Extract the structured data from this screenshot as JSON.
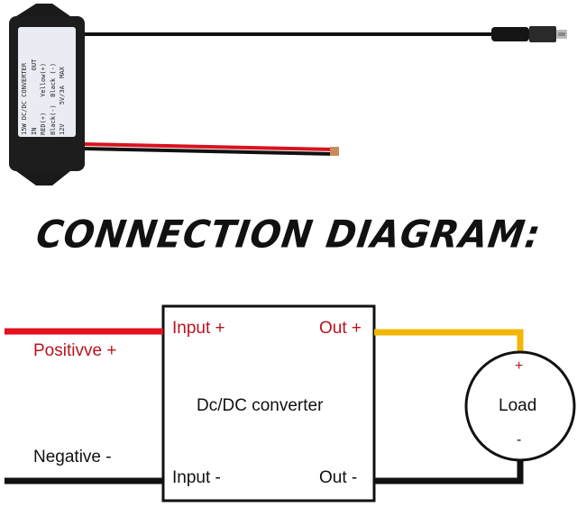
{
  "header": {
    "title": "CONNECTION DIAGRAM:"
  },
  "module_label": {
    "lines": [
      "15W DC/DC CONVERTER",
      "IN               OUT",
      "RED(+)    Yellow(+)",
      "Black(-)  Black (-)",
      "12V     5V/3A  MAX"
    ]
  },
  "diagram": {
    "converter_label": "Dc/DC converter",
    "input_plus": "Input +",
    "input_minus": "Input -",
    "out_plus": "Out +",
    "out_minus": "Out -",
    "positive_label": "Positivve +",
    "negative_label": "Negative -",
    "load_label": "Load",
    "load_plus": "+",
    "load_minus": "-"
  },
  "colors": {
    "positive_wire": "#e3101d",
    "output_wire": "#f2b705",
    "ground_wire": "#111111",
    "label_red": "#b8141e"
  }
}
